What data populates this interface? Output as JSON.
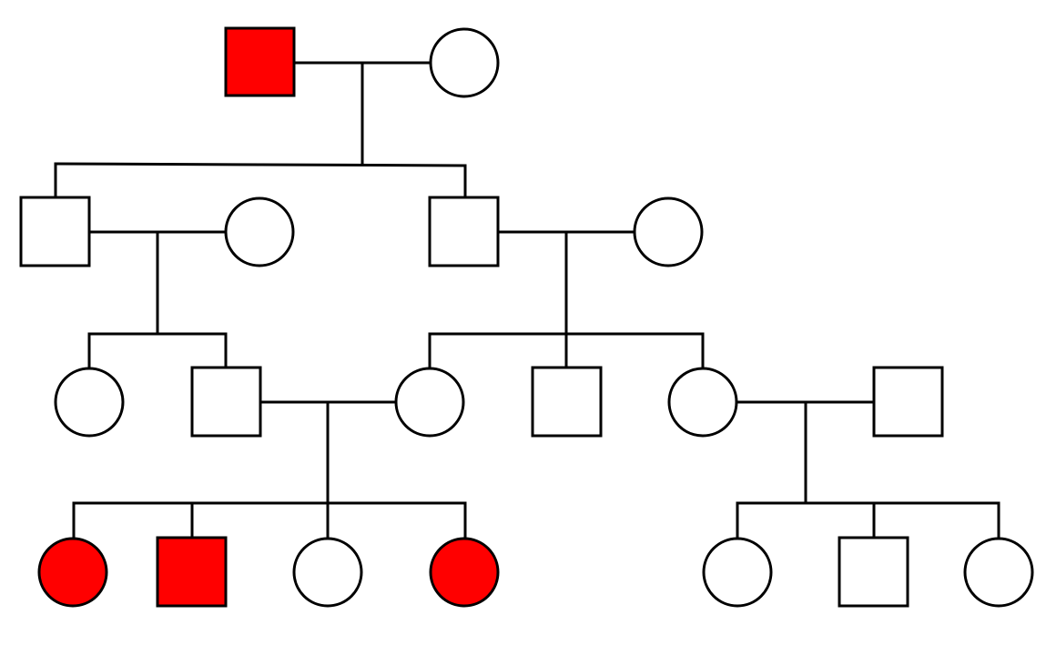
{
  "pedigree": {
    "colors": {
      "affected": "#ff0000",
      "unaffected": "#ffffff",
      "line": "#000000"
    },
    "individuals": [
      {
        "id": "g1-male",
        "sex": "male",
        "affected": true
      },
      {
        "id": "g1-female",
        "sex": "female",
        "affected": false
      },
      {
        "id": "g2-son-left",
        "sex": "male",
        "affected": false
      },
      {
        "id": "g2-spouse-left",
        "sex": "female",
        "affected": false
      },
      {
        "id": "g2-son-right",
        "sex": "male",
        "affected": false
      },
      {
        "id": "g2-spouse-right",
        "sex": "female",
        "affected": false
      },
      {
        "id": "g3-daughter-1",
        "sex": "female",
        "affected": false
      },
      {
        "id": "g3-son-2",
        "sex": "male",
        "affected": false
      },
      {
        "id": "g3-daughter-3",
        "sex": "female",
        "affected": false
      },
      {
        "id": "g3-son-4",
        "sex": "male",
        "affected": false
      },
      {
        "id": "g3-daughter-5",
        "sex": "female",
        "affected": false
      },
      {
        "id": "g3-spouse-6",
        "sex": "male",
        "affected": false
      },
      {
        "id": "g4-daughter-1",
        "sex": "female",
        "affected": true
      },
      {
        "id": "g4-son-2",
        "sex": "male",
        "affected": true
      },
      {
        "id": "g4-daughter-3",
        "sex": "female",
        "affected": false
      },
      {
        "id": "g4-daughter-4",
        "sex": "female",
        "affected": true
      },
      {
        "id": "g4-daughter-5",
        "sex": "female",
        "affected": false
      },
      {
        "id": "g4-son-6",
        "sex": "male",
        "affected": false
      },
      {
        "id": "g4-daughter-7",
        "sex": "female",
        "affected": false
      }
    ]
  }
}
